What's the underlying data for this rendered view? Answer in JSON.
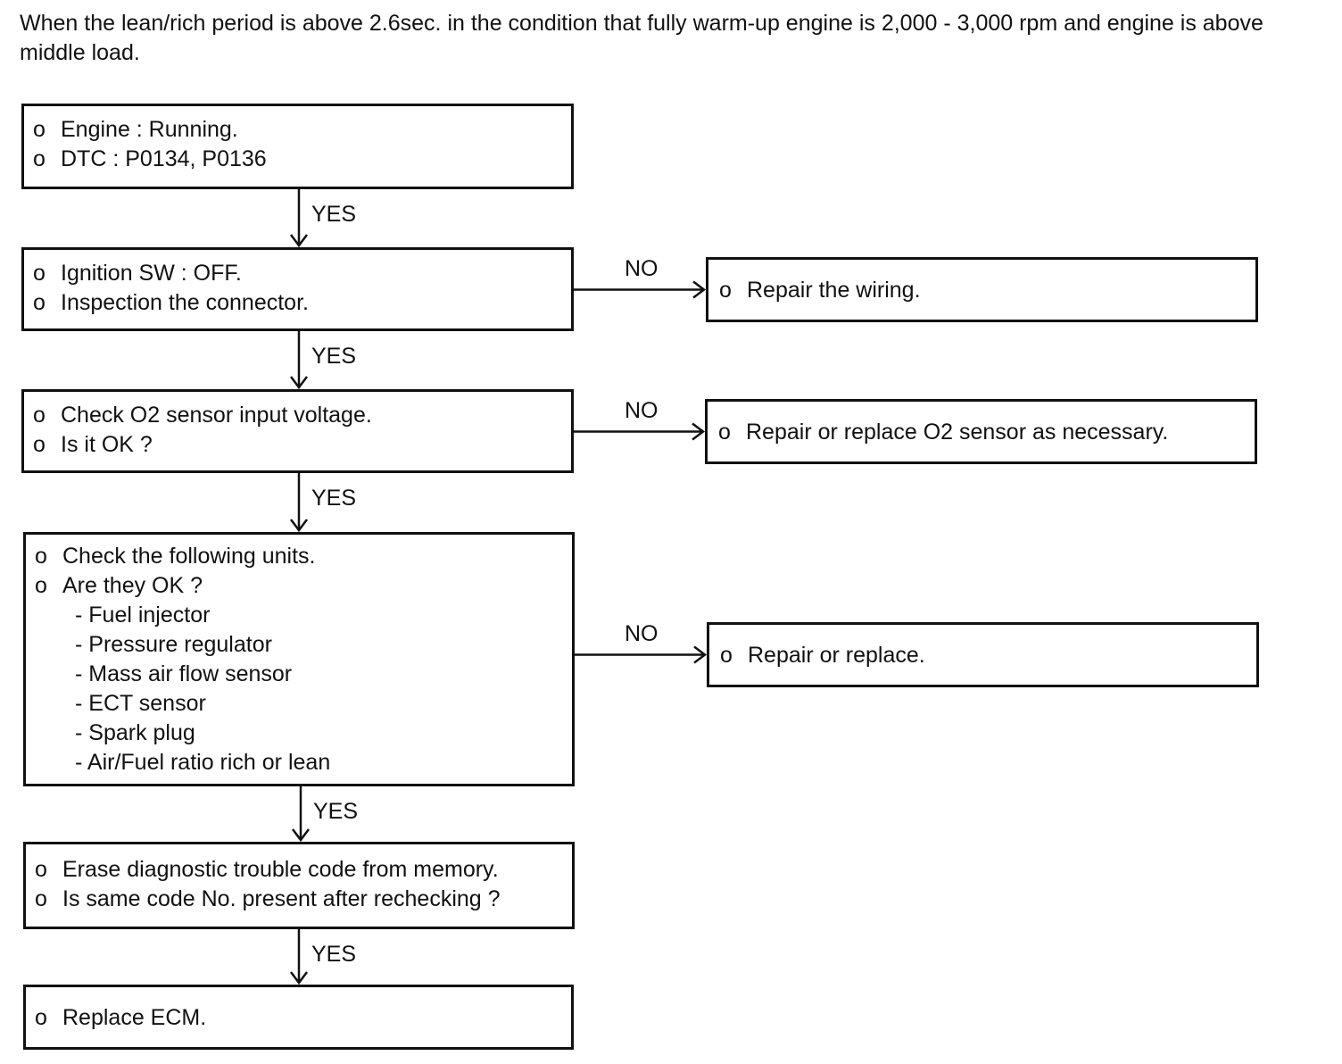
{
  "intro": {
    "text": "When the lean/rich period is above 2.6sec. in the condition that fully warm-up engine is 2,000 - 3,000 rpm and engine is above middle load."
  },
  "bullet_char": "o",
  "steps": [
    {
      "lines": [
        "Engine : Running.",
        "DTC : P0134, P0136"
      ],
      "sub_items": [],
      "yes_label": "YES"
    },
    {
      "lines": [
        "Ignition SW : OFF.",
        "Inspection the connector."
      ],
      "sub_items": [],
      "yes_label": "YES",
      "no_label": "NO",
      "no_action": "Repair the wiring."
    },
    {
      "lines": [
        "Check O2 sensor input voltage.",
        "Is it OK ?"
      ],
      "sub_items": [],
      "yes_label": "YES",
      "no_label": "NO",
      "no_action": "Repair or replace O2 sensor as necessary."
    },
    {
      "lines": [
        "Check the following units.",
        "Are they OK ?"
      ],
      "sub_items": [
        "- Fuel injector",
        "- Pressure regulator",
        "- Mass air flow sensor",
        "- ECT sensor",
        "- Spark plug",
        "- Air/Fuel ratio rich or lean"
      ],
      "yes_label": "YES",
      "no_label": "NO",
      "no_action": "Repair or replace."
    },
    {
      "lines": [
        "Erase diagnostic trouble code from memory.",
        "Is same code No. present after rechecking ?"
      ],
      "sub_items": [],
      "yes_label": "YES"
    },
    {
      "lines": [
        "Replace ECM."
      ],
      "sub_items": []
    }
  ]
}
